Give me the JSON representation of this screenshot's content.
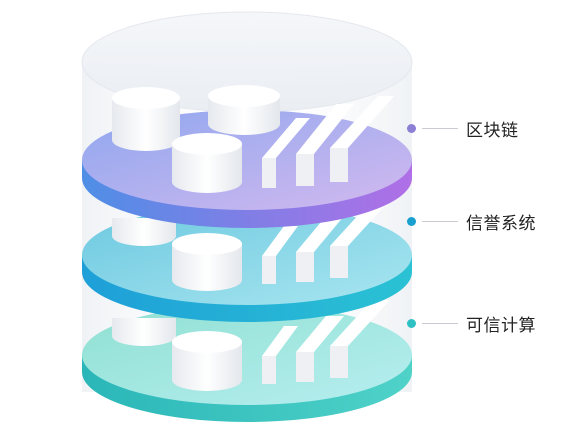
{
  "layers": [
    {
      "label": "区块链",
      "color": "#8b7fd6"
    },
    {
      "label": "信誉系统",
      "color": "#1aa0cf"
    },
    {
      "label": "可信计算",
      "color": "#2fc0c3"
    }
  ]
}
